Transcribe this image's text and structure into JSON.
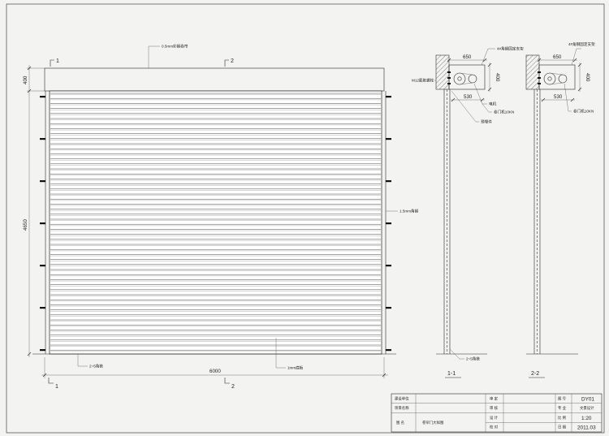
{
  "sheet": {
    "section_marks": {
      "top_left": "1",
      "top_right": "2",
      "bottom_left": "1",
      "bottom_right": "2"
    },
    "elevation": {
      "label_housing": "0.5mm彩钢卷帘",
      "label_rail": "1.5mm角钢",
      "label_angle": "2~5角铁",
      "label_bottom": "1mm底板",
      "dim_housing": "400",
      "dim_height": "4650",
      "dim_width": "6000"
    },
    "section_1": {
      "title": "1-1",
      "dim_top": "650",
      "dim_right": "400",
      "dim_bottom": "530",
      "label_bolt": "M12膨胀螺栓",
      "label_bracket": "4#角钢固定支架",
      "label_motor": "电机",
      "label_winch": "卷门机10KN",
      "label_embed": "预埋件",
      "label_angle": "2~5角铁"
    },
    "section_2": {
      "title": "2-2",
      "dim_top": "650",
      "dim_right": "400",
      "dim_bottom": "530",
      "label_bracket": "4#角钢固定支架",
      "label_winch": "卷门机10KN"
    }
  },
  "title_block": {
    "client_label": "建设单位",
    "project_label": "项目名称",
    "drawing_name_label": "图 名",
    "drawing_name": "卷帘门大样图",
    "approve_label": "审 定",
    "review_label": "审 核",
    "design_label": "设 计",
    "check_label": "校 对",
    "number_label": "图 号",
    "number": "DY01",
    "discipline_label": "专 业",
    "discipline": "文景设计",
    "scale_label": "比 例",
    "scale": "1:20",
    "date_label": "日 期",
    "date": "2011.03"
  }
}
